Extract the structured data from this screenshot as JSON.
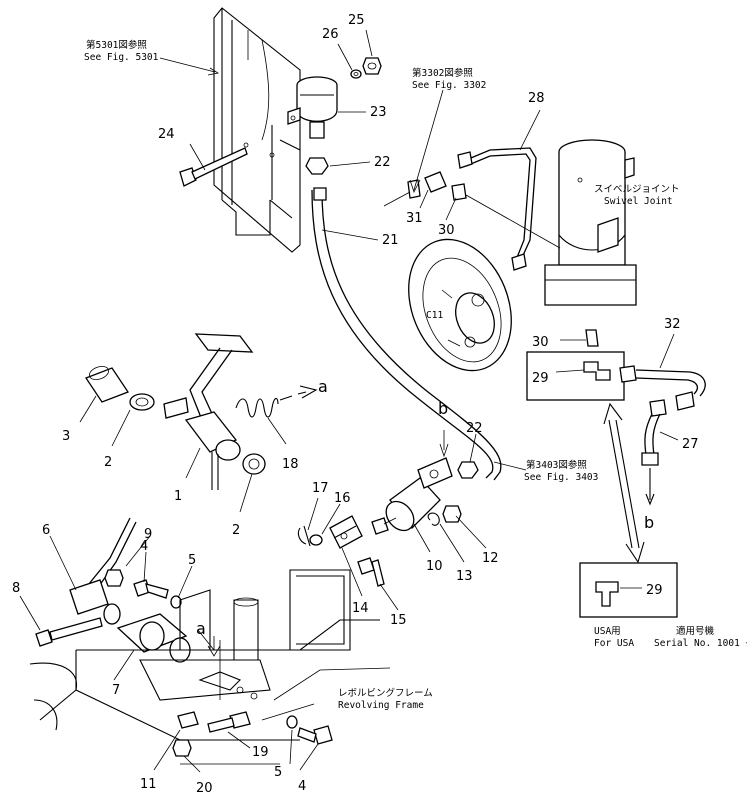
{
  "references": {
    "fig5301_jp": "第5301図参照",
    "fig5301_en": "See  Fig. 5301",
    "fig3302_jp": "第3302図参照",
    "fig3302_en": "See  Fig. 3302",
    "fig3403_jp": "第3403図参照",
    "fig3403_en": "See  Fig. 3403"
  },
  "components": {
    "swivel_joint_jp": "スイベルジョイント",
    "swivel_joint_en": "Swivel  Joint",
    "revolving_frame_jp": "レボルビングフレーム",
    "revolving_frame_en": "Revolving  Frame"
  },
  "notes": {
    "usa_jp": "USA用",
    "usa_en": "For USA",
    "serial_jp": "適用号機",
    "serial_en": "Serial No. 1001 ~"
  },
  "callout_letters": {
    "a_top": "a",
    "a_bottom": "a",
    "b_top": "b",
    "b_bottom": "b"
  },
  "part_numbers": {
    "p1": "1",
    "p2a": "2",
    "p2b": "2",
    "p3": "3",
    "p4a": "4",
    "p4b": "4",
    "p5a": "5",
    "p5b": "5",
    "p6": "6",
    "p7": "7",
    "p8": "8",
    "p9": "9",
    "p10": "10",
    "p11": "11",
    "p12": "12",
    "p13": "13",
    "p14": "14",
    "p15": "15",
    "p16": "16",
    "p17": "17",
    "p18": "18",
    "p19": "19",
    "p20": "20",
    "p21": "21",
    "p22a": "22",
    "p22b": "22",
    "p23": "23",
    "p24": "24",
    "p25": "25",
    "p26": "26",
    "p27": "27",
    "p28": "28",
    "p29a": "29",
    "p29b": "29",
    "p30a": "30",
    "p30b": "30",
    "p31": "31",
    "p32": "32"
  }
}
